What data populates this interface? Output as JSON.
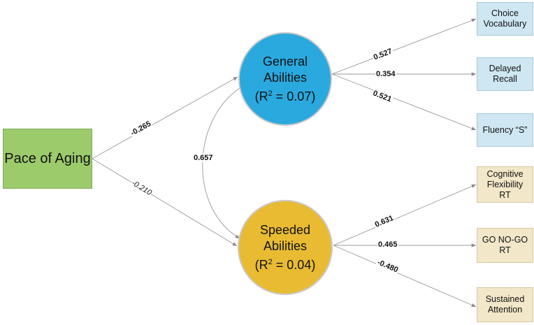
{
  "nodes": {
    "pace": "Pace of Aging",
    "general": {
      "line1": "General",
      "line2": "Abilities",
      "r2_prefix": "(R",
      "r2_sup": "2",
      "r2_suffix": " = 0.07)"
    },
    "speeded": {
      "line1": "Speeded",
      "line2": "Abilities",
      "r2_prefix": "(R",
      "r2_sup": "2",
      "r2_suffix": " = 0.04)"
    },
    "choice_vocabulary": {
      "line1": "Choice",
      "line2": "Vocabulary"
    },
    "delayed_recall": {
      "line1": "Delayed",
      "line2": "Recall"
    },
    "fluency_s": {
      "line1": "Fluency “S”"
    },
    "cognitive_flexibility": {
      "line1": "Cognitive",
      "line2": "Flexibility",
      "line3": "RT"
    },
    "go_nogo": {
      "line1": "GO NO-GO",
      "line2": "RT"
    },
    "sustained_attention": {
      "line1": "Sustained",
      "line2": "Attention"
    }
  },
  "edges": {
    "pace_general": "-0.265",
    "pace_speeded": "-0.210",
    "correlation": "0.657",
    "general_choice": "0.527",
    "general_recall": "0.354",
    "general_fluency": "0.521",
    "speeded_flexibility": "0.631",
    "speeded_gonogo": "0.465",
    "speeded_sustained": "-0.480"
  },
  "colors": {
    "pace_of_aging": "#9ccb6b",
    "general_abilities": "#2aa9df",
    "speeded_abilities": "#e9bb33",
    "general_indicators": "#cfe7f2",
    "speeded_indicators": "#f3e7c9"
  }
}
